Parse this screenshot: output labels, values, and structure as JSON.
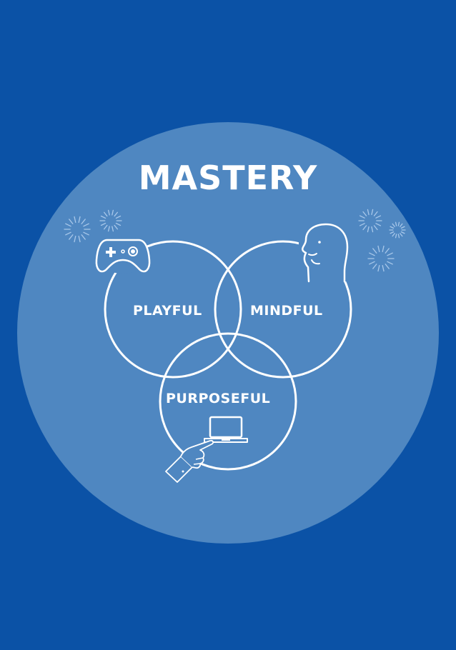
{
  "colors": {
    "background": "#0b52a6",
    "disc": "#4f87c1",
    "line": "#ffffff",
    "sparkle": "#a9c8ea"
  },
  "diagram": {
    "title": "MASTERY",
    "sets": [
      {
        "id": "playful",
        "label": "PLAYFUL",
        "icon": "gamepad-icon"
      },
      {
        "id": "mindful",
        "label": "MINDFUL",
        "icon": "head-profile-icon"
      },
      {
        "id": "purposeful",
        "label": "PURPOSEFUL",
        "icon": "laptop-icon"
      }
    ],
    "extra_icons": [
      "pointing-hand-icon",
      "sparkle-icon"
    ]
  }
}
